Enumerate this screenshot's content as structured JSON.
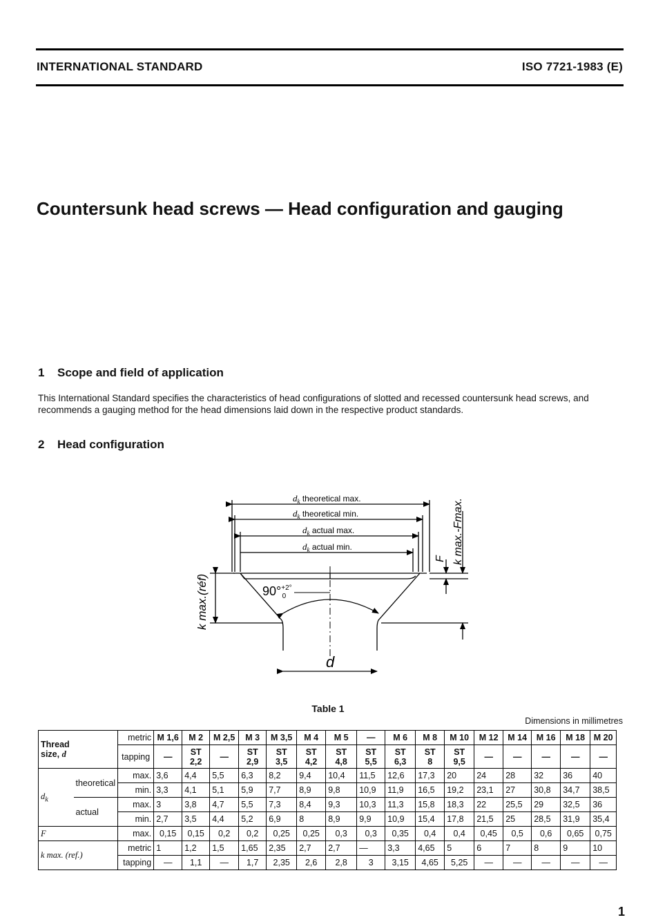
{
  "header": {
    "left": "INTERNATIONAL STANDARD",
    "right": "ISO 7721-1983 (E)"
  },
  "title": "Countersunk head screws — Head configuration and gauging",
  "sections": [
    {
      "number": "1",
      "heading": "Scope and field of application",
      "body": "This International Standard specifies the characteristics of head configurations of slotted and recessed countersunk head screws, and recommends a gauging method for the head dimensions laid down in the respective product standards."
    },
    {
      "number": "2",
      "heading": "Head configuration"
    }
  ],
  "figure": {
    "dk_sym": "d",
    "dk_sub": "k",
    "dk_theoretical_max": "theoretical max.",
    "dk_theoretical_min": "theoretical min.",
    "dk_actual_max": "actual max.",
    "dk_actual_min": "actual min.",
    "angle": "90°",
    "angle_tol_upper": "+2°",
    "angle_tol_lower": "0",
    "k_label": "k max.(réf)",
    "f_label": "F",
    "k_minus_f": "k max.-Fmax.",
    "d_label": "d"
  },
  "table": {
    "caption": "Table 1",
    "units": "Dimensions in millimetres",
    "thread_label": "Thread",
    "size_label": "size,",
    "d_sym": "d",
    "metric": "metric",
    "tapping": "tapping",
    "theoretical": "theoretical",
    "actual": "actual",
    "max": "max.",
    "min": "min.",
    "dk_sym": "d",
    "dk_sub": "k",
    "f_sym": "F",
    "k_label": "k max. (ref.)",
    "metric_sizes": [
      "M 1,6",
      "M 2",
      "M 2,5",
      "M 3",
      "M 3,5",
      "M 4",
      "M 5",
      "—",
      "M 6",
      "M 8",
      "M 10",
      "M 12",
      "M 14",
      "M 16",
      "M 18",
      "M 20"
    ],
    "tapping_sizes": [
      [
        "—",
        ""
      ],
      [
        "ST",
        "2,2"
      ],
      [
        "—",
        ""
      ],
      [
        "ST",
        "2,9"
      ],
      [
        "ST",
        "3,5"
      ],
      [
        "ST",
        "4,2"
      ],
      [
        "ST",
        "4,8"
      ],
      [
        "ST",
        "5,5"
      ],
      [
        "ST",
        "6,3"
      ],
      [
        "ST",
        "8"
      ],
      [
        "ST",
        "9,5"
      ],
      [
        "—",
        ""
      ],
      [
        "—",
        ""
      ],
      [
        "—",
        ""
      ],
      [
        "—",
        ""
      ],
      [
        "—",
        ""
      ]
    ],
    "dk_theo_max": [
      "3,6",
      "4,4",
      "5,5",
      "6,3",
      "8,2",
      "9,4",
      "10,4",
      "11,5",
      "12,6",
      "17,3",
      "20",
      "24",
      "28",
      "32",
      "36",
      "40"
    ],
    "dk_theo_min": [
      "3,3",
      "4,1",
      "5,1",
      "5,9",
      "7,7",
      "8,9",
      "9,8",
      "10,9",
      "11,9",
      "16,5",
      "19,2",
      "23,1",
      "27",
      "30,8",
      "34,7",
      "38,5"
    ],
    "dk_act_max": [
      "3",
      "3,8",
      "4,7",
      "5,5",
      "7,3",
      "8,4",
      "9,3",
      "10,3",
      "11,3",
      "15,8",
      "18,3",
      "22",
      "25,5",
      "29",
      "32,5",
      "36"
    ],
    "dk_act_min": [
      "2,7",
      "3,5",
      "4,4",
      "5,2",
      "6,9",
      "8",
      "8,9",
      "9,9",
      "10,9",
      "15,4",
      "17,8",
      "21,5",
      "25",
      "28,5",
      "31,9",
      "35,4"
    ],
    "f_max": [
      "0,15",
      "0,15",
      "0,2",
      "0,2",
      "0,25",
      "0,25",
      "0,3",
      "0,3",
      "0,35",
      "0,4",
      "0,4",
      "0,45",
      "0,5",
      "0,6",
      "0,65",
      "0,75"
    ],
    "k_metric": [
      "1",
      "1,2",
      "1,5",
      "1,65",
      "2,35",
      "2,7",
      "2,7",
      "—",
      "3,3",
      "4,65",
      "5",
      "6",
      "7",
      "8",
      "9",
      "10"
    ],
    "k_tapping": [
      "—",
      "1,1",
      "—",
      "1,7",
      "2,35",
      "2,6",
      "2,8",
      "3",
      "3,15",
      "4,65",
      "5,25",
      "—",
      "—",
      "—",
      "—",
      "—"
    ]
  },
  "page_number": "1"
}
